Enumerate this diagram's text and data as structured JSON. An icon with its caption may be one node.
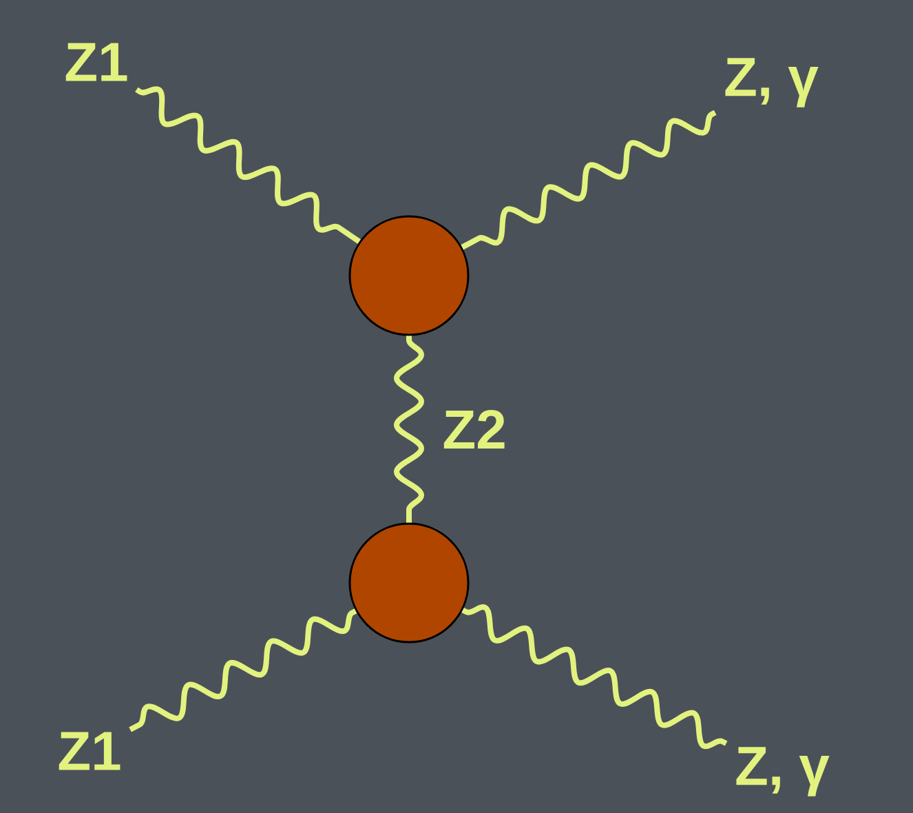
{
  "diagram": {
    "nodes": [
      {
        "text": [
          "Z1"
        ]
      },
      {
        "text": [
          "Z, γ"
        ]
      },
      {
        "text": [],
        "shape": "circle"
      },
      {
        "text": [],
        "shape": "circle"
      },
      {
        "text": [
          "Z1"
        ]
      },
      {
        "text": [
          "Z, γ"
        ]
      }
    ],
    "edges": [
      {
        "from": 0,
        "to": 2,
        "arrow": "none"
      },
      {
        "from": 1,
        "to": 2,
        "arrow": "none"
      },
      {
        "from": 2,
        "to": 3,
        "arrow": "none",
        "label": "Z2"
      },
      {
        "from": 3,
        "to": 4,
        "arrow": "none"
      },
      {
        "from": 3,
        "to": 5,
        "arrow": "none"
      }
    ]
  }
}
